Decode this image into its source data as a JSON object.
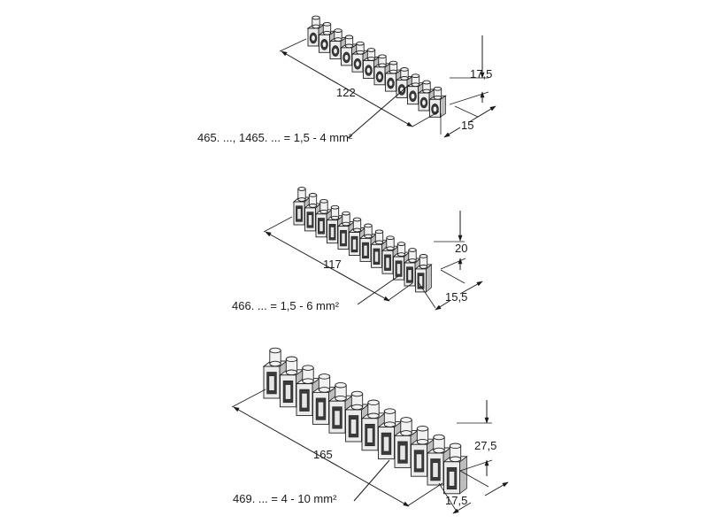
{
  "strips": [
    {
      "id": "strip-465",
      "caption": "465. ..., 1465. ... = 1,5 - 4 mm²",
      "length": "122",
      "height": "17,5",
      "depth": "15"
    },
    {
      "id": "strip-466",
      "caption": "466. ... = 1,5 - 6 mm²",
      "length": "117",
      "height": "20",
      "depth": "15,5"
    },
    {
      "id": "strip-469",
      "caption": "469. ... = 4 - 10 mm²",
      "length": "165",
      "height": "27,5",
      "depth": "17,5"
    }
  ]
}
